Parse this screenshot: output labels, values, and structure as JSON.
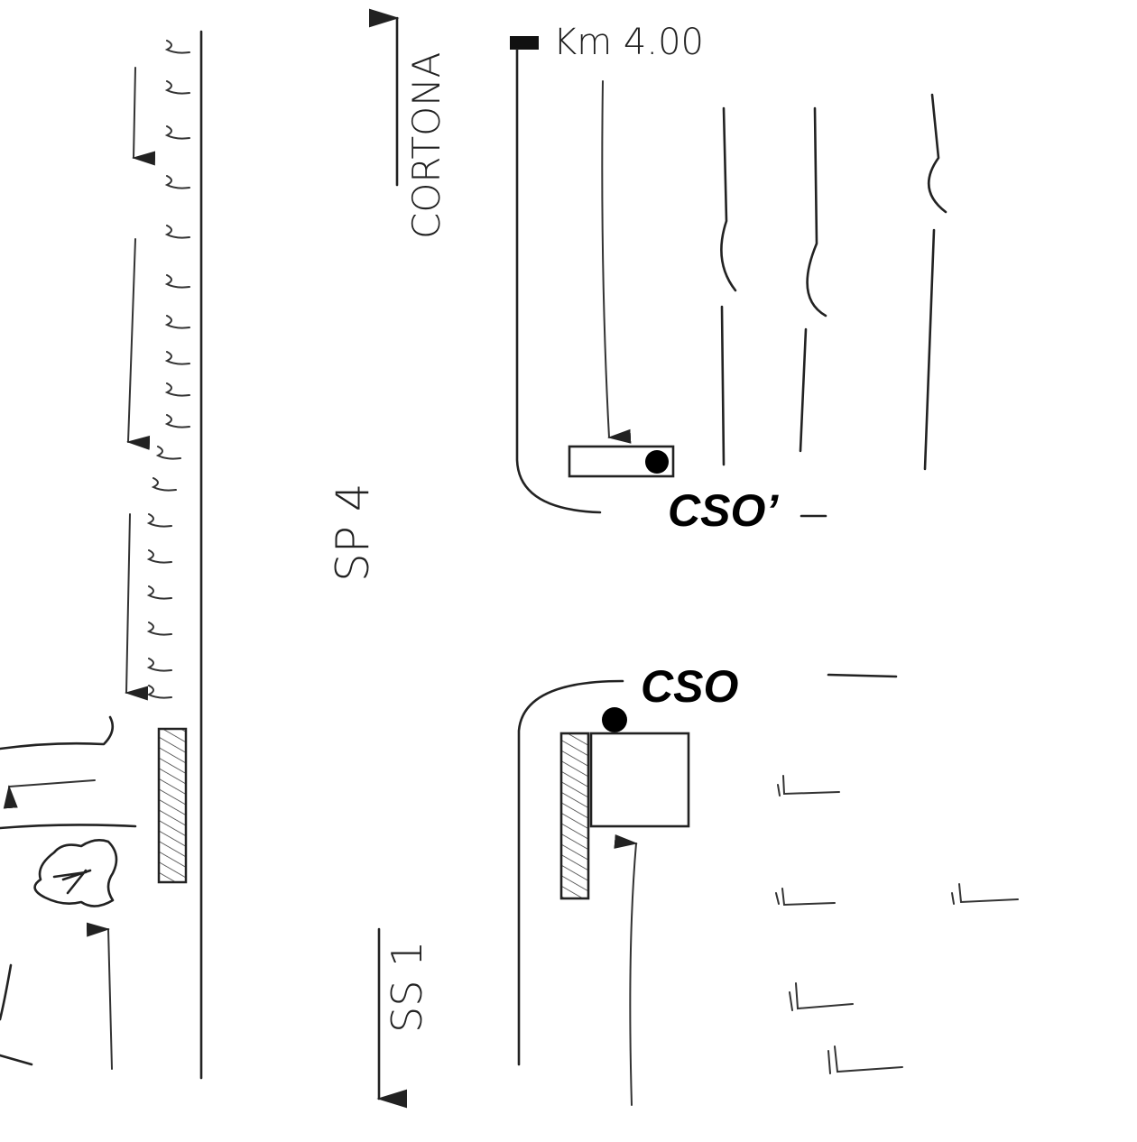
{
  "labels": {
    "km_marker": "Km 4.00",
    "direction_north": "CORTONA",
    "road_sp": "SP 4",
    "road_ss": "SS 1",
    "point_cso_prime": "CSO’",
    "point_cso": "CSO"
  },
  "colors": {
    "ink": "#222222",
    "marker": "#000000"
  }
}
